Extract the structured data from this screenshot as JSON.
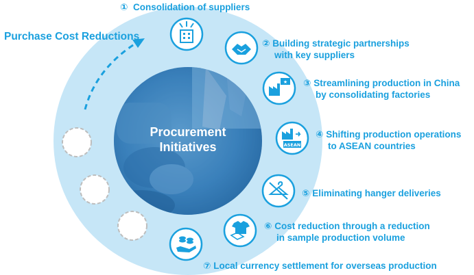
{
  "title": "Purchase Cost Reductions",
  "center": {
    "line1": "Procurement",
    "line2": "Initiatives"
  },
  "colors": {
    "accent": "#1aa0de",
    "ring": "#c6e6f7",
    "center_fill": "#3d86c0",
    "placeholder_dash": "#bdbdbd"
  },
  "initiatives": [
    {
      "num": "①",
      "line1": "Consolidation of suppliers",
      "line2": "",
      "icon": "buildings-icon"
    },
    {
      "num": "②",
      "line1": "Building strategic partnerships",
      "line2": "with key suppliers",
      "icon": "handshake-icon"
    },
    {
      "num": "③",
      "line1": "Streamlining production in China",
      "line2": "by consolidating factories",
      "icon": "china-factory-icon"
    },
    {
      "num": "④",
      "line1": "Shifting production operations",
      "line2": "to ASEAN countries",
      "icon": "asean-factory-icon",
      "badge": "ASEAN"
    },
    {
      "num": "⑤",
      "line1": "Eliminating hanger deliveries",
      "line2": "",
      "icon": "no-hanger-icon"
    },
    {
      "num": "⑥",
      "line1": "Cost reduction through a reduction",
      "line2": "in sample production volume",
      "icon": "clothing-samples-icon"
    },
    {
      "num": "⑦",
      "line1": "Local currency settlement for overseas production",
      "line2": "",
      "icon": "coins-hand-icon"
    }
  ],
  "placeholders": 3
}
